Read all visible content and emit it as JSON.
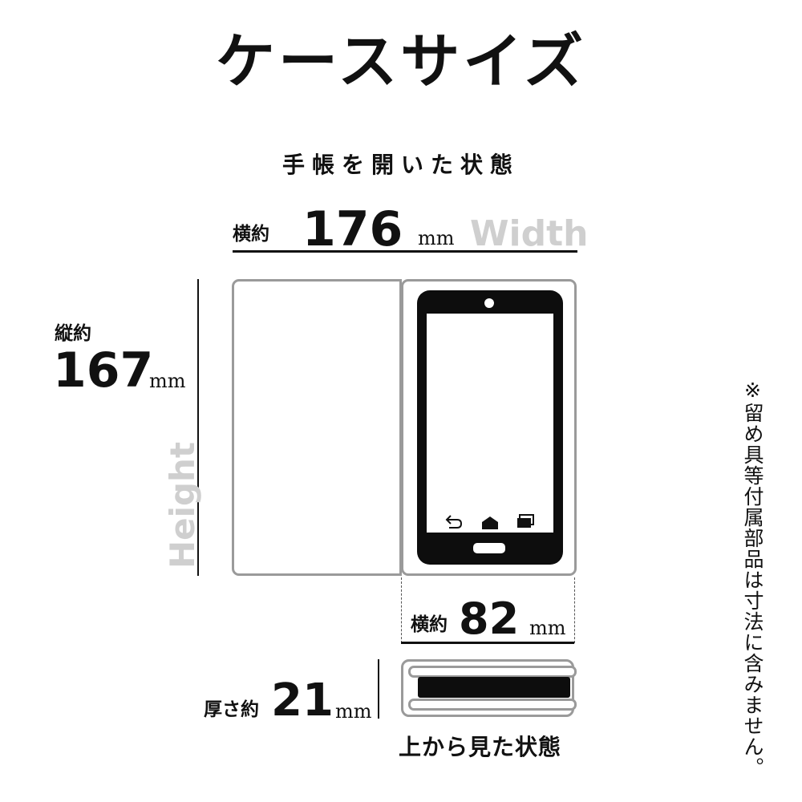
{
  "title": "ケースサイズ",
  "open_state_label": "手帳を開いた状態",
  "width": {
    "label": "横約",
    "value": "176",
    "unit": "mm",
    "english": "Width"
  },
  "height": {
    "label": "縦約",
    "value": "167",
    "unit": "mm",
    "english": "Height"
  },
  "phone_width": {
    "label": "横約",
    "value": "82",
    "unit": "mm"
  },
  "thickness": {
    "label": "厚さ約",
    "value": "21",
    "unit": "mm"
  },
  "top_view_label": "上から見た状態",
  "note": "※留め具等付属部品は寸法に含みません。",
  "icons": [
    "back-arrow-icon",
    "home-icon",
    "recent-apps-icon"
  ],
  "colors": {
    "text": "#111111",
    "outline": "#9a9a9a",
    "phone": "#0d0d0d",
    "english_label": "#cfcfcf"
  }
}
